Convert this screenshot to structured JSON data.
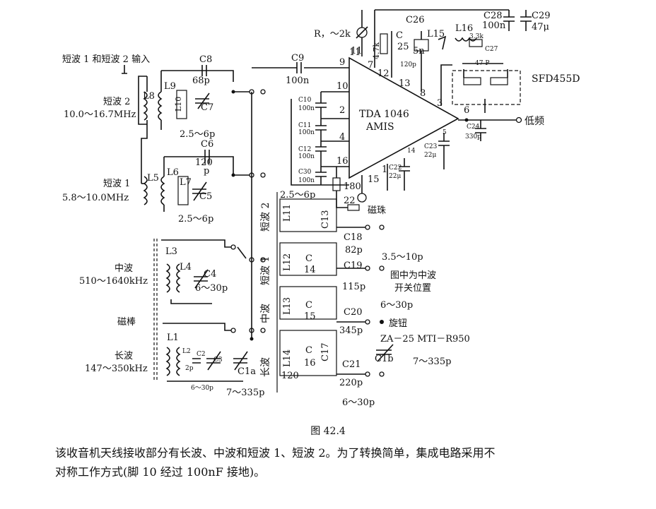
{
  "labels": {
    "input_title": "短波 1 和短波 2 输入",
    "sw2_name": "短波 2",
    "sw2_range": "10.0～16.7MHz",
    "sw1_name": "短波 1",
    "sw1_range": "5.8～10.0MHz",
    "mw_name": "中波",
    "mw_range": "510～1640kHz",
    "rod": "磁棒",
    "lw_name": "长波",
    "lw_range": "147～350kHz",
    "ic_name": "TDA 1046",
    "ic_sub": "AMIS",
    "output": "低频",
    "filter": "SFD455D",
    "bead": "磁珠",
    "band_sw2": "短波 2",
    "band_sw1": "短波 1",
    "band_mw": "中波",
    "band_lw": "长波",
    "note_switch_1": "图中为中波",
    "note_switch_2": "开关位置",
    "knob": "旋钮",
    "cap_model": "ZA－25 MTI－R950",
    "r1": "R，～2k"
  },
  "components": {
    "c1a": "C1a",
    "c1a_v": "7～335p",
    "c1b": "C1b",
    "c1b_v": "7～335p",
    "c2": "C2",
    "c2_v": "2p",
    "c3": "C3",
    "c3_v": "6～30p",
    "c4": "C4",
    "c4_v": "6～30p",
    "c5": "C5",
    "c5_v": "2.5～6p",
    "c6": "C6",
    "c6_v": "120",
    "c6_u": "p",
    "c7": "C7",
    "c7_v": "2.5～6p",
    "c8": "C8",
    "c8_v": "68p",
    "c9": "C9",
    "c9_v": "100n",
    "c10": "C10",
    "c10_v": "100n",
    "c11": "C11",
    "c11_v": "100n",
    "c12": "C12",
    "c12_v": "100n",
    "c30": "C30",
    "c30_v": "100n",
    "c13": "C13",
    "c13_v": "2.5～6p",
    "c14": "14",
    "c14_c": "C",
    "c15": "15",
    "c15_c": "C",
    "c16": "16",
    "c16_c": "C",
    "c17": "C17",
    "c18": "C18",
    "c18_v": "82p",
    "c18_t": "3.5～10p",
    "c19": "C19",
    "c19_v": "115p",
    "c20": "C20",
    "c20_v": "345p",
    "c20_t": "6～30p",
    "c21": "C21",
    "c21_v": "220p",
    "c21_t": "6～30p",
    "c22": "C22",
    "c22_v": "22μ",
    "c23": "C23",
    "c23_v": "22μ",
    "c24": "C24",
    "c24_v": "330p",
    "c25": "25",
    "c25_c": "C",
    "c25_v": "120p",
    "c26": "C26",
    "c27": "C27",
    "c27_v": "47 P",
    "c28": "C28",
    "c28_v": "100n",
    "c29": "C29",
    "c29_v": "47μ",
    "r_47k": "4.7k",
    "r_33k": "3.3k",
    "r_180": "180",
    "r_22": "22",
    "l1": "L1",
    "l2": "L2",
    "l3": "L3",
    "l4": "L4",
    "l5": "L5",
    "l6": "L6",
    "l7": "L7",
    "l8": "L8",
    "l9": "L9",
    "l10": "L10",
    "l11": "L11",
    "l12": "L12",
    "l13": "L13",
    "l14": "L14",
    "l14_v": "120",
    "l15": "L15",
    "l15_v": "5n",
    "l16": "L16"
  },
  "pins": {
    "p1": "1",
    "p2": "2",
    "p3": "3",
    "p4": "4",
    "p5": "5",
    "p6": "6",
    "p7": "7",
    "p8": "8",
    "p9": "9",
    "p10": "10",
    "p11": "11",
    "p12": "12",
    "p13": "13",
    "p14": "14",
    "p15": "15",
    "p16": "16"
  },
  "caption": "图 42.4",
  "body": {
    "line1": "该收音机天线接收部分有长波、中波和短波 1、短波 2。为了转换简单，集成电路采用不",
    "line2": "对称工作方式(脚 10 经过 100nF 接地)。"
  }
}
